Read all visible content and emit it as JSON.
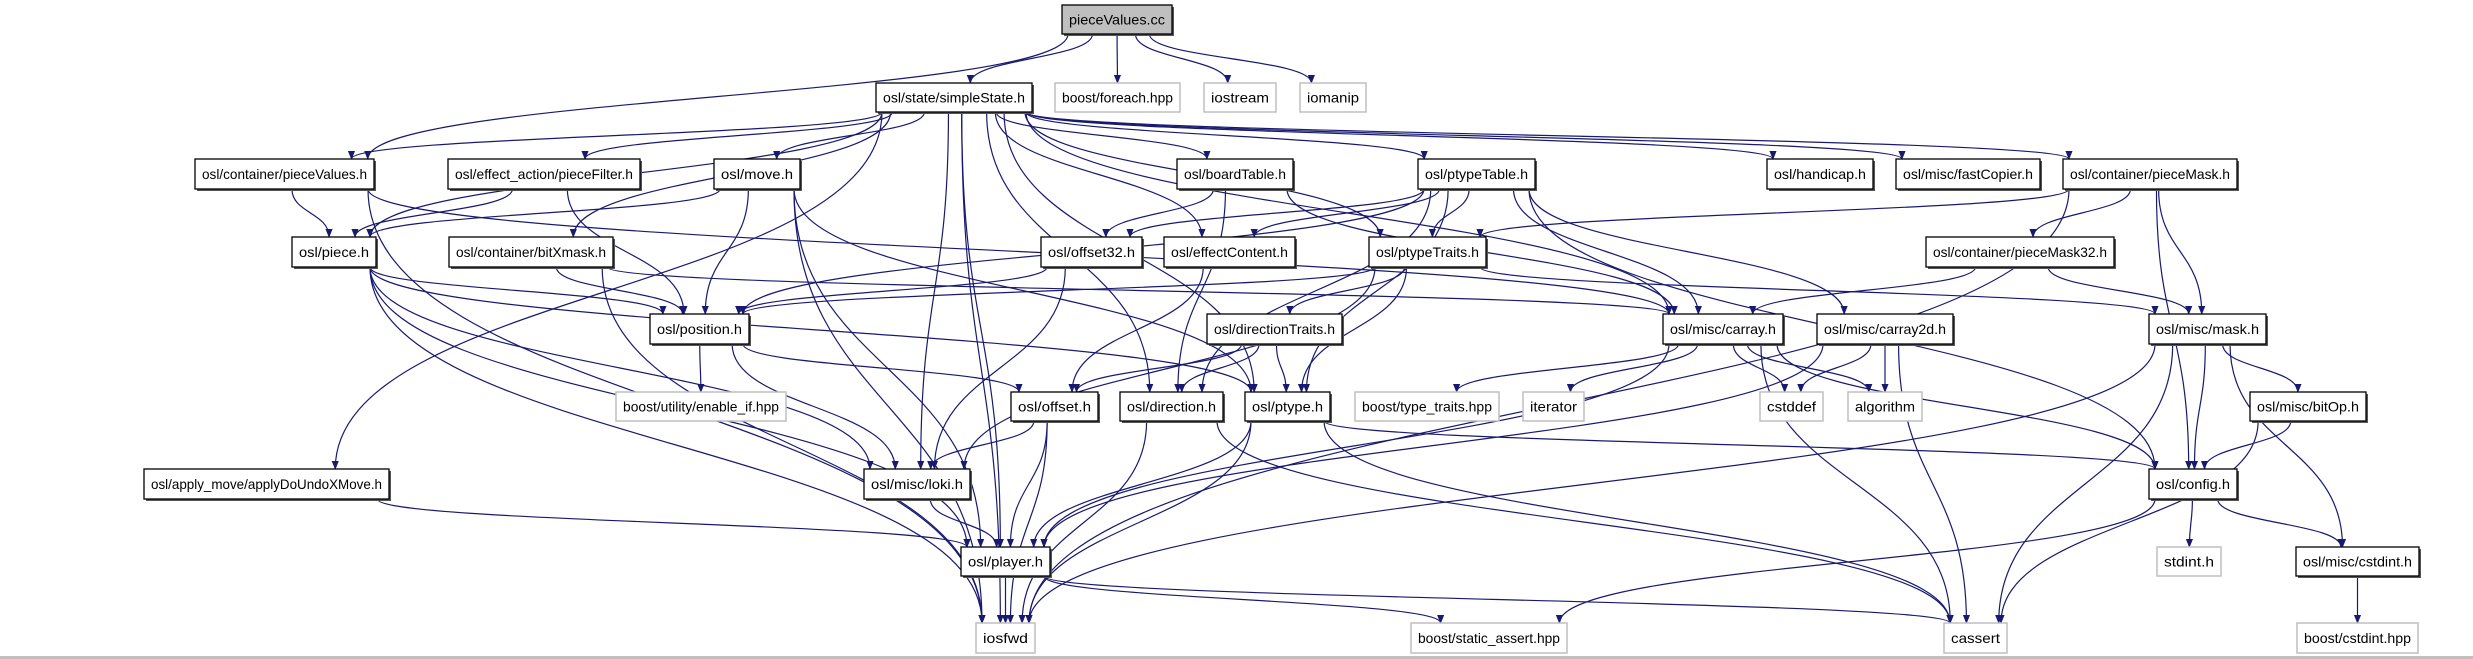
{
  "graph": {
    "edge_color": "#191970",
    "root_fill": "#bfbfbf",
    "external_border": "#bfbfbf",
    "node_border": "#000000",
    "nodes": {
      "root": {
        "label": "pieceValues.cc",
        "kind": "root"
      },
      "simpleState": {
        "label": "osl/state/simpleState.h",
        "kind": "project"
      },
      "foreach": {
        "label": "boost/foreach.hpp",
        "kind": "external"
      },
      "iostream": {
        "label": "iostream",
        "kind": "external"
      },
      "iomanip": {
        "label": "iomanip",
        "kind": "external"
      },
      "pieceValuesH": {
        "label": "osl/container/pieceValues.h",
        "kind": "project"
      },
      "pieceFilter": {
        "label": "osl/effect_action/pieceFilter.h",
        "kind": "project"
      },
      "move": {
        "label": "osl/move.h",
        "kind": "project"
      },
      "boardTable": {
        "label": "osl/boardTable.h",
        "kind": "project"
      },
      "ptypeTable": {
        "label": "osl/ptypeTable.h",
        "kind": "project"
      },
      "handicap": {
        "label": "osl/handicap.h",
        "kind": "project"
      },
      "fastCopier": {
        "label": "osl/misc/fastCopier.h",
        "kind": "project"
      },
      "pieceMask": {
        "label": "osl/container/pieceMask.h",
        "kind": "project"
      },
      "piece": {
        "label": "osl/piece.h",
        "kind": "project"
      },
      "bitXmask": {
        "label": "osl/container/bitXmask.h",
        "kind": "project"
      },
      "offset32": {
        "label": "osl/offset32.h",
        "kind": "project"
      },
      "effectContent": {
        "label": "osl/effectContent.h",
        "kind": "project"
      },
      "ptypeTraits": {
        "label": "osl/ptypeTraits.h",
        "kind": "project"
      },
      "pieceMask32": {
        "label": "osl/container/pieceMask32.h",
        "kind": "project"
      },
      "position": {
        "label": "osl/position.h",
        "kind": "project"
      },
      "directionTraits": {
        "label": "osl/directionTraits.h",
        "kind": "project"
      },
      "carray": {
        "label": "osl/misc/carray.h",
        "kind": "project"
      },
      "carray2d": {
        "label": "osl/misc/carray2d.h",
        "kind": "project"
      },
      "mask": {
        "label": "osl/misc/mask.h",
        "kind": "project"
      },
      "enableIf": {
        "label": "boost/utility/enable_if.hpp",
        "kind": "external"
      },
      "offset": {
        "label": "osl/offset.h",
        "kind": "project"
      },
      "direction": {
        "label": "osl/direction.h",
        "kind": "project"
      },
      "ptype": {
        "label": "osl/ptype.h",
        "kind": "project"
      },
      "typeTraits": {
        "label": "boost/type_traits.hpp",
        "kind": "external"
      },
      "iterator": {
        "label": "iterator",
        "kind": "external"
      },
      "cstddef": {
        "label": "cstddef",
        "kind": "external"
      },
      "algorithm": {
        "label": "algorithm",
        "kind": "external"
      },
      "bitOp": {
        "label": "osl/misc/bitOp.h",
        "kind": "project"
      },
      "applyDoUndo": {
        "label": "osl/apply_move/applyDoUndoXMove.h",
        "kind": "project"
      },
      "loki": {
        "label": "osl/misc/loki.h",
        "kind": "project"
      },
      "config": {
        "label": "osl/config.h",
        "kind": "project"
      },
      "player": {
        "label": "osl/player.h",
        "kind": "project"
      },
      "stdint": {
        "label": "stdint.h",
        "kind": "external"
      },
      "cstdint": {
        "label": "osl/misc/cstdint.h",
        "kind": "project"
      },
      "iosfwd": {
        "label": "iosfwd",
        "kind": "external"
      },
      "staticAssert": {
        "label": "boost/static_assert.hpp",
        "kind": "external"
      },
      "cassert": {
        "label": "cassert",
        "kind": "external"
      },
      "boostCstdint": {
        "label": "boost/cstdint.hpp",
        "kind": "external"
      }
    },
    "edges": [
      [
        "root",
        "simpleState"
      ],
      [
        "root",
        "foreach"
      ],
      [
        "root",
        "iostream"
      ],
      [
        "root",
        "iomanip"
      ],
      [
        "root",
        "pieceValuesH"
      ],
      [
        "simpleState",
        "pieceValuesH"
      ],
      [
        "simpleState",
        "pieceFilter"
      ],
      [
        "simpleState",
        "move"
      ],
      [
        "simpleState",
        "boardTable"
      ],
      [
        "simpleState",
        "ptypeTable"
      ],
      [
        "simpleState",
        "handicap"
      ],
      [
        "simpleState",
        "fastCopier"
      ],
      [
        "simpleState",
        "pieceMask"
      ],
      [
        "simpleState",
        "piece"
      ],
      [
        "simpleState",
        "bitXmask"
      ],
      [
        "simpleState",
        "effectContent"
      ],
      [
        "simpleState",
        "ptypeTraits"
      ],
      [
        "simpleState",
        "carray"
      ],
      [
        "simpleState",
        "ptype"
      ],
      [
        "simpleState",
        "direction"
      ],
      [
        "simpleState",
        "loki"
      ],
      [
        "simpleState",
        "applyDoUndo"
      ],
      [
        "simpleState",
        "player"
      ],
      [
        "simpleState",
        "iosfwd"
      ],
      [
        "pieceValuesH",
        "piece"
      ],
      [
        "pieceValuesH",
        "iosfwd"
      ],
      [
        "pieceValuesH",
        "carray"
      ],
      [
        "pieceFilter",
        "piece"
      ],
      [
        "pieceFilter",
        "position"
      ],
      [
        "move",
        "piece"
      ],
      [
        "move",
        "position"
      ],
      [
        "move",
        "player"
      ],
      [
        "move",
        "iosfwd"
      ],
      [
        "move",
        "ptype"
      ],
      [
        "boardTable",
        "offset32"
      ],
      [
        "boardTable",
        "direction"
      ],
      [
        "boardTable",
        "carray"
      ],
      [
        "ptypeTable",
        "ptypeTraits"
      ],
      [
        "ptypeTable",
        "effectContent"
      ],
      [
        "ptypeTable",
        "offset32"
      ],
      [
        "ptypeTable",
        "carray"
      ],
      [
        "ptypeTable",
        "carray2d"
      ],
      [
        "ptypeTable",
        "ptype"
      ],
      [
        "ptypeTable",
        "direction"
      ],
      [
        "ptypeTable",
        "config"
      ],
      [
        "ptypeTable",
        "position"
      ],
      [
        "pieceMask",
        "ptypeTraits"
      ],
      [
        "pieceMask",
        "pieceMask32"
      ],
      [
        "pieceMask",
        "mask"
      ],
      [
        "pieceMask",
        "config"
      ],
      [
        "pieceMask",
        "iosfwd"
      ],
      [
        "piece",
        "position"
      ],
      [
        "piece",
        "ptype"
      ],
      [
        "piece",
        "loki"
      ],
      [
        "piece",
        "player"
      ],
      [
        "piece",
        "iosfwd"
      ],
      [
        "bitXmask",
        "position"
      ],
      [
        "bitXmask",
        "iosfwd"
      ],
      [
        "bitXmask",
        "carray"
      ],
      [
        "offset32",
        "position"
      ],
      [
        "offset32",
        "loki"
      ],
      [
        "effectContent",
        "offset"
      ],
      [
        "ptypeTraits",
        "directionTraits"
      ],
      [
        "ptypeTraits",
        "ptype"
      ],
      [
        "ptypeTraits",
        "mask"
      ],
      [
        "ptypeTraits",
        "position"
      ],
      [
        "ptypeTraits",
        "loki"
      ],
      [
        "pieceMask32",
        "carray"
      ],
      [
        "pieceMask32",
        "mask"
      ],
      [
        "position",
        "enableIf"
      ],
      [
        "position",
        "offset"
      ],
      [
        "position",
        "loki"
      ],
      [
        "carray",
        "typeTraits"
      ],
      [
        "carray",
        "iterator"
      ],
      [
        "carray",
        "cstddef"
      ],
      [
        "carray",
        "algorithm"
      ],
      [
        "carray",
        "config"
      ],
      [
        "carray",
        "cassert"
      ],
      [
        "carray",
        "player"
      ],
      [
        "carray2d",
        "cstddef"
      ],
      [
        "carray2d",
        "algorithm"
      ],
      [
        "carray2d",
        "cassert"
      ],
      [
        "carray2d",
        "player"
      ],
      [
        "mask",
        "bitOp"
      ],
      [
        "mask",
        "config"
      ],
      [
        "mask",
        "cstdint"
      ],
      [
        "mask",
        "cassert"
      ],
      [
        "mask",
        "iosfwd"
      ],
      [
        "directionTraits",
        "offset"
      ],
      [
        "directionTraits",
        "direction"
      ],
      [
        "directionTraits",
        "ptype"
      ],
      [
        "offset",
        "loki"
      ],
      [
        "offset",
        "player"
      ],
      [
        "offset",
        "iosfwd"
      ],
      [
        "direction",
        "iosfwd"
      ],
      [
        "direction",
        "cassert"
      ],
      [
        "ptype",
        "player"
      ],
      [
        "ptype",
        "iosfwd"
      ],
      [
        "ptype",
        "config"
      ],
      [
        "ptype",
        "cassert"
      ],
      [
        "bitOp",
        "config"
      ],
      [
        "bitOp",
        "cassert"
      ],
      [
        "applyDoUndo",
        "player"
      ],
      [
        "loki",
        "player"
      ],
      [
        "config",
        "stdint"
      ],
      [
        "config",
        "cstdint"
      ],
      [
        "config",
        "staticAssert"
      ],
      [
        "player",
        "iosfwd"
      ],
      [
        "player",
        "staticAssert"
      ],
      [
        "player",
        "cassert"
      ],
      [
        "cstdint",
        "boostCstdint"
      ]
    ]
  }
}
